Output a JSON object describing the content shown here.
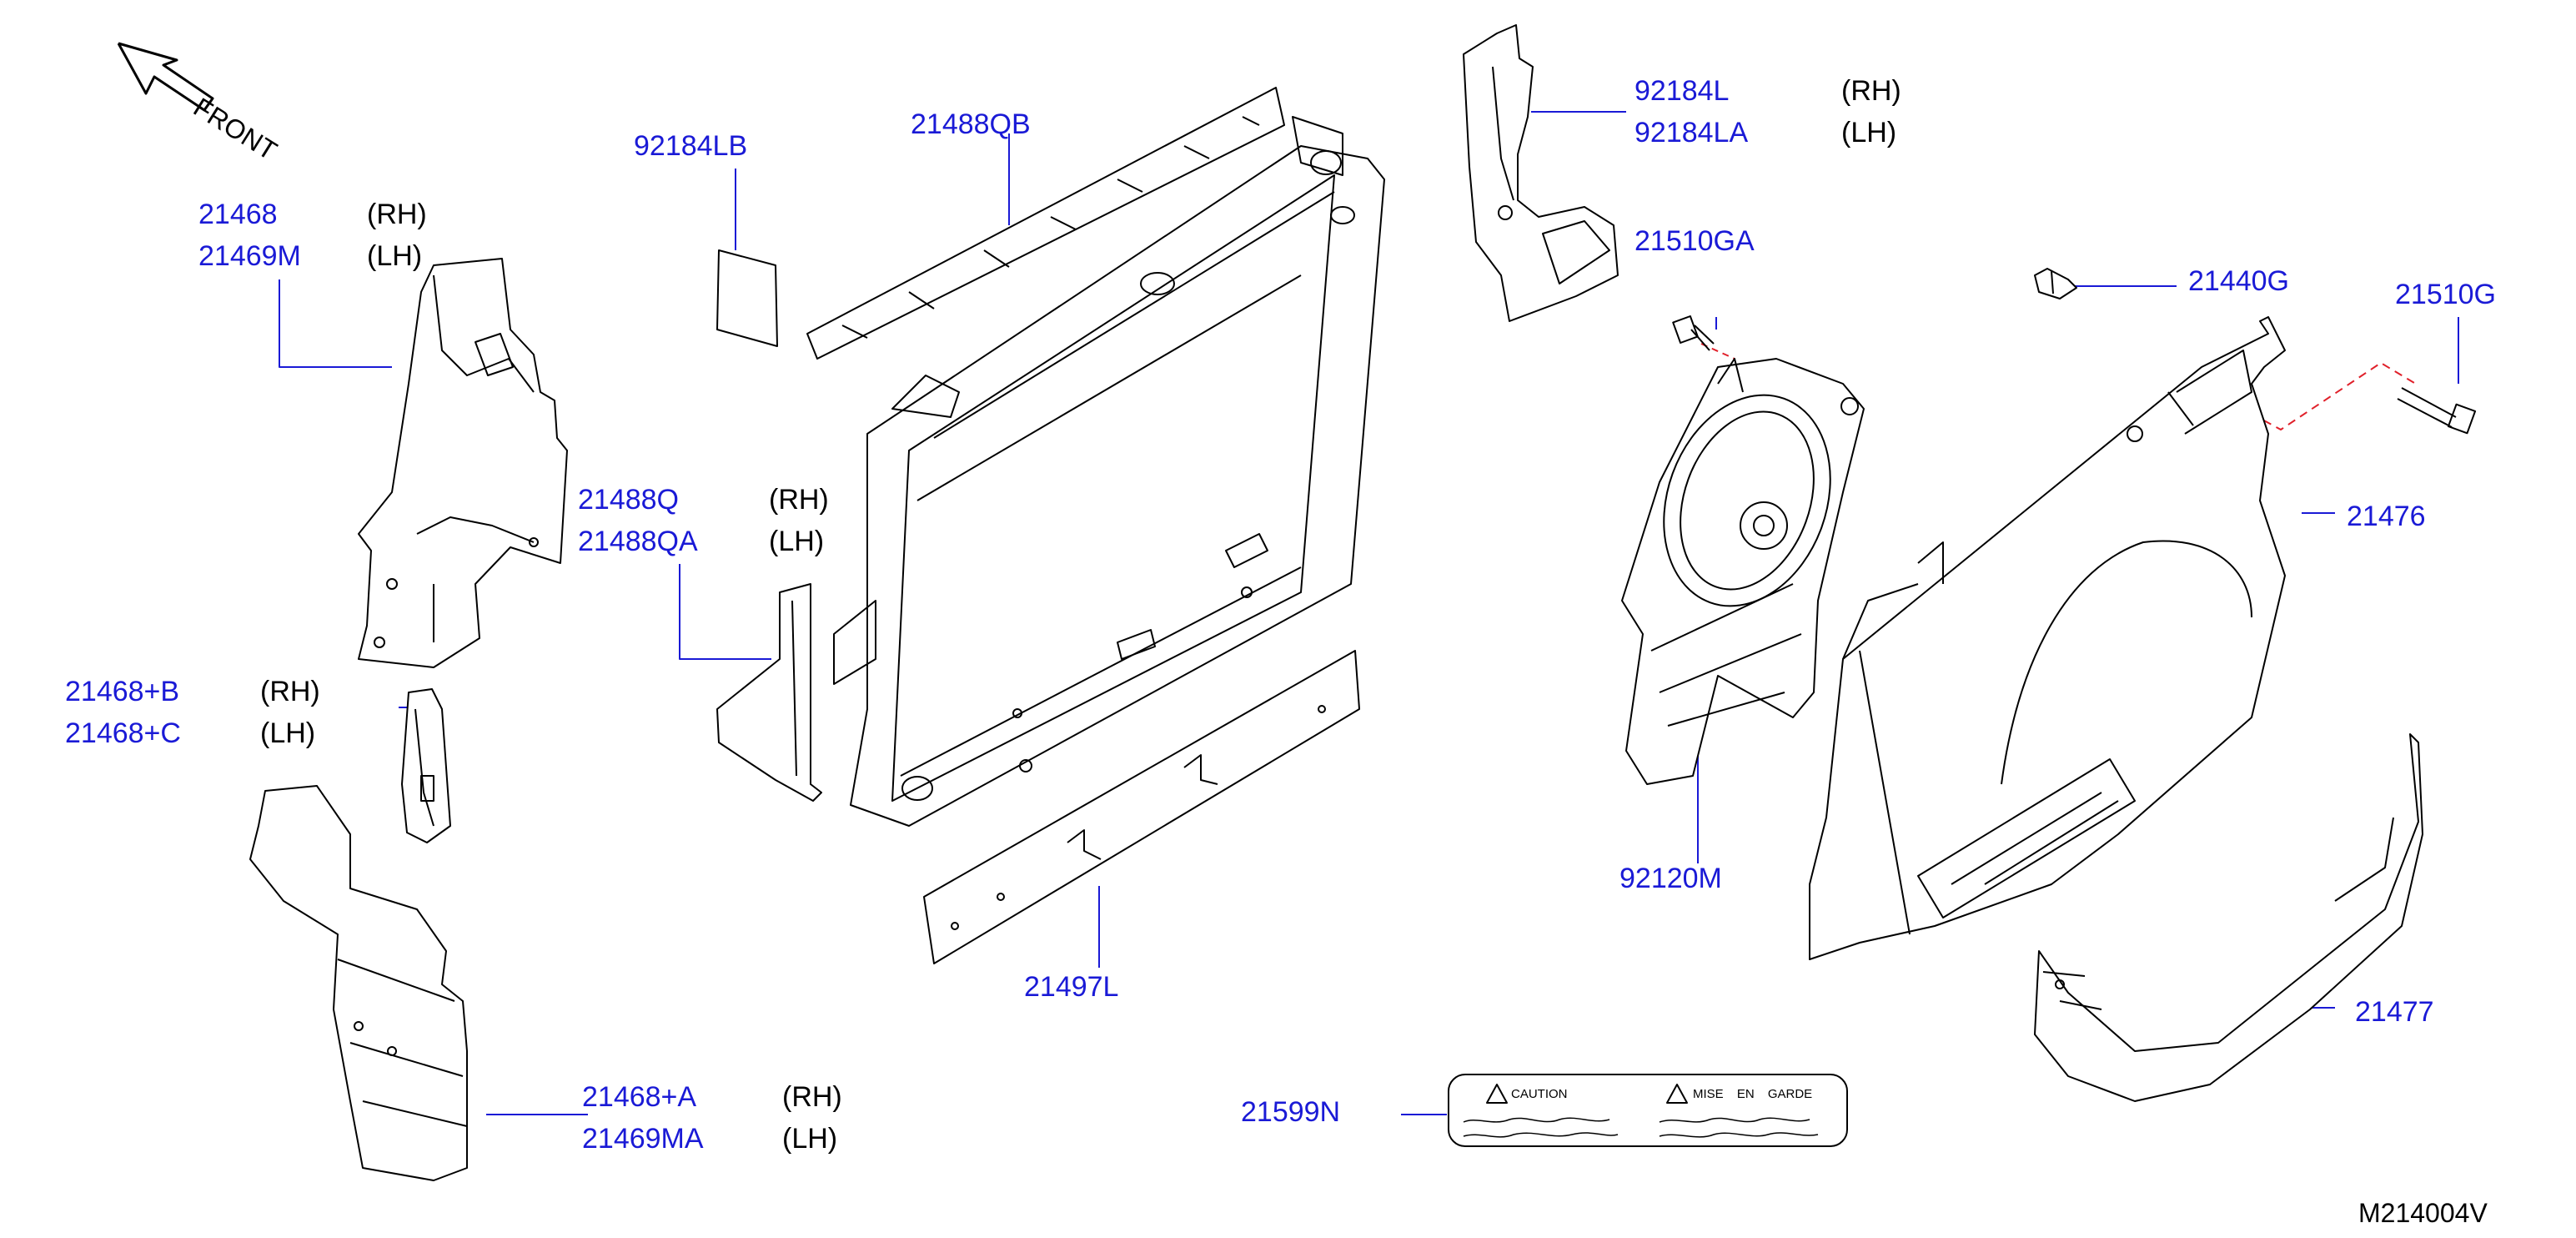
{
  "front_label": "FRONT",
  "diagram_code": "M214004V",
  "callouts": [
    {
      "part": "21468",
      "side": "(RH)"
    },
    {
      "part": "21469M",
      "side": "(LH)"
    },
    {
      "part": "21468+B",
      "side": "(RH)"
    },
    {
      "part": "21468+C",
      "side": "(LH)"
    },
    {
      "part": "21468+A",
      "side": "(RH)"
    },
    {
      "part": "21469MA",
      "side": "(LH)"
    },
    {
      "part": "92184LB"
    },
    {
      "part": "21488QB"
    },
    {
      "part": "21488Q",
      "side": "(RH)"
    },
    {
      "part": "21488QA",
      "side": "(LH)"
    },
    {
      "part": "21497L"
    },
    {
      "part": "21599N"
    },
    {
      "part": "92184L",
      "side": "(RH)"
    },
    {
      "part": "92184LA",
      "side": "(LH)"
    },
    {
      "part": "21510GA"
    },
    {
      "part": "21440G"
    },
    {
      "part": "21510G"
    },
    {
      "part": "21476"
    },
    {
      "part": "92120M"
    },
    {
      "part": "21477"
    }
  ],
  "caution_label": {
    "left_heading": "CAUTION",
    "right_heading": "MISE EN GARDE"
  },
  "colors": {
    "callout": "#1a1ad6",
    "line": "#000000",
    "dashed_line": "#e0202a"
  }
}
